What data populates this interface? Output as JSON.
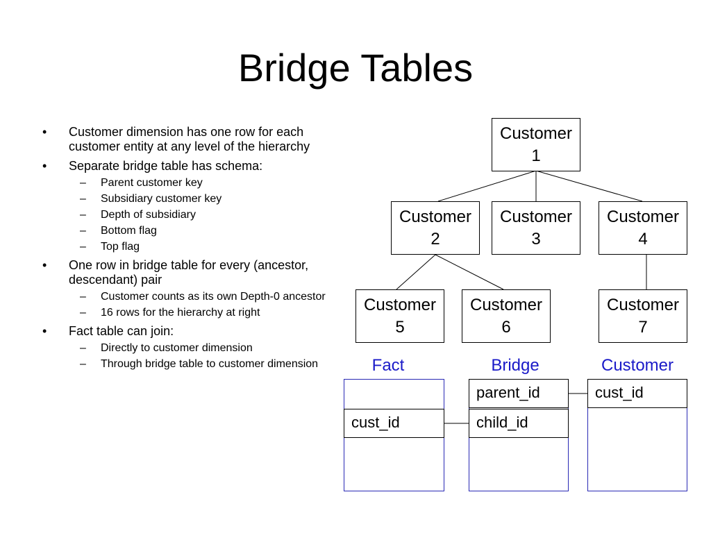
{
  "title": "Bridge Tables",
  "bullets": [
    {
      "text": "Customer dimension has one row for each customer entity at any level of the hierarchy",
      "subs": []
    },
    {
      "text": "Separate bridge table has schema:",
      "subs": [
        "Parent customer key",
        "Subsidiary customer key",
        "Depth of subsidiary",
        "Bottom flag",
        "Top flag"
      ]
    },
    {
      "text": "One row in bridge table for every (ancestor, descendant) pair",
      "subs": [
        "Customer counts as its own Depth-0 ancestor",
        "16 rows for the hierarchy at right"
      ]
    },
    {
      "text": "Fact table can join:",
      "subs": [
        "Directly to customer dimension",
        "Through bridge table to customer dimension"
      ]
    }
  ],
  "bullet_mark": "•",
  "sub_mark": "–",
  "hierarchy": {
    "nodes": [
      {
        "label": "Customer",
        "num": "1"
      },
      {
        "label": "Customer",
        "num": "2"
      },
      {
        "label": "Customer",
        "num": "3"
      },
      {
        "label": "Customer",
        "num": "4"
      },
      {
        "label": "Customer",
        "num": "5"
      },
      {
        "label": "Customer",
        "num": "6"
      },
      {
        "label": "Customer",
        "num": "7"
      }
    ]
  },
  "tables": {
    "fact": {
      "label": "Fact",
      "key": "cust_id"
    },
    "bridge": {
      "label": "Bridge",
      "parent": "parent_id",
      "child": "child_id"
    },
    "customer": {
      "label": "Customer",
      "key": "cust_id"
    }
  },
  "colors": {
    "table_label": "#1a1ac8",
    "table_border": "#2828b4"
  }
}
